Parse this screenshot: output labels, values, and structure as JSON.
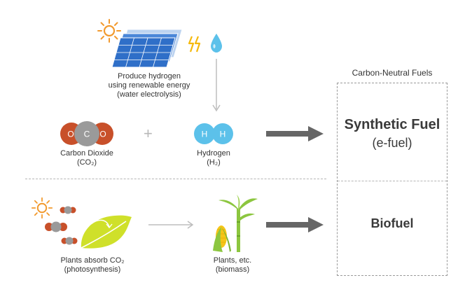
{
  "solar": {
    "caption_line1": "Produce hydrogen",
    "caption_line2": "using renewable energy",
    "caption_line3": "(water electrolysis)"
  },
  "co2": {
    "atom_left": "O",
    "atom_center": "C",
    "atom_right": "O",
    "label_line1": "Carbon Dioxide",
    "label_line2": "(CO₂)"
  },
  "plus_sign": "+",
  "hydrogen": {
    "atom_left": "H",
    "atom_right": "H",
    "label_line1": "Hydrogen",
    "label_line2": "(H₂)"
  },
  "fuels": {
    "header": "Carbon-Neutral Fuels",
    "synthetic_title": "Synthetic Fuel",
    "synthetic_sub": "(e-fuel)",
    "biofuel": "Biofuel"
  },
  "photosynthesis": {
    "label_line1": "Plants absorb CO₂",
    "label_line2": "(photosynthesis)"
  },
  "biomass": {
    "label_line1": "Plants, etc.",
    "label_line2": "(biomass)"
  },
  "colors": {
    "oxygen": "#c8502a",
    "carbon": "#9a9a9a",
    "hydrogen": "#5cc1ea",
    "panel_blue": "#2f6fc8",
    "sun": "#f29a2e",
    "leaf": "#cfe02a",
    "arrow": "#666666"
  }
}
